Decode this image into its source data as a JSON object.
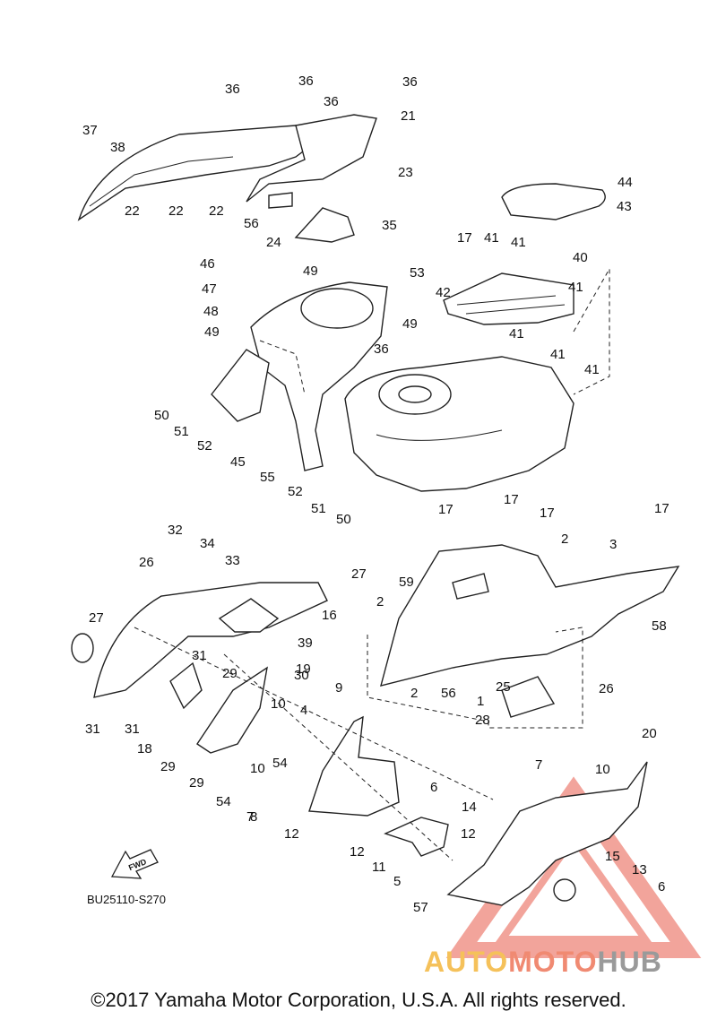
{
  "diagram": {
    "callouts": [
      "36",
      "36",
      "36",
      "36",
      "21",
      "37",
      "38",
      "22",
      "22",
      "22",
      "23",
      "56",
      "35",
      "24",
      "44",
      "43",
      "46",
      "49",
      "53",
      "47",
      "48",
      "49",
      "49",
      "36",
      "17",
      "41",
      "41",
      "42",
      "41",
      "40",
      "41",
      "41",
      "41",
      "50",
      "51",
      "52",
      "45",
      "55",
      "52",
      "51",
      "50",
      "17",
      "17",
      "17",
      "17",
      "2",
      "3",
      "32",
      "34",
      "33",
      "26",
      "27",
      "59",
      "2",
      "16",
      "58",
      "27",
      "39",
      "30",
      "31",
      "29",
      "19",
      "18",
      "2",
      "56",
      "1",
      "25",
      "26",
      "31",
      "31",
      "29",
      "10",
      "9",
      "4",
      "28",
      "29",
      "54",
      "10",
      "54",
      "7",
      "20",
      "7",
      "10",
      "8",
      "12",
      "6",
      "14",
      "15",
      "13",
      "6",
      "12",
      "12",
      "11",
      "5",
      "57"
    ],
    "fwd_label": "FWD",
    "diagram_code": "BU25110-S270"
  },
  "watermark": {
    "part1": "AUTO",
    "part2": "MOTO",
    "part3": "HUB"
  },
  "footer": {
    "copyright": "©2017 Yamaha Motor Corporation, U.S.A. All rights reserved."
  },
  "colors": {
    "watermark_yellow": "#f5c15a",
    "watermark_red": "#f08a72",
    "watermark_gray": "#9a9a9a",
    "watermark_triangle": "#e85a4a"
  }
}
